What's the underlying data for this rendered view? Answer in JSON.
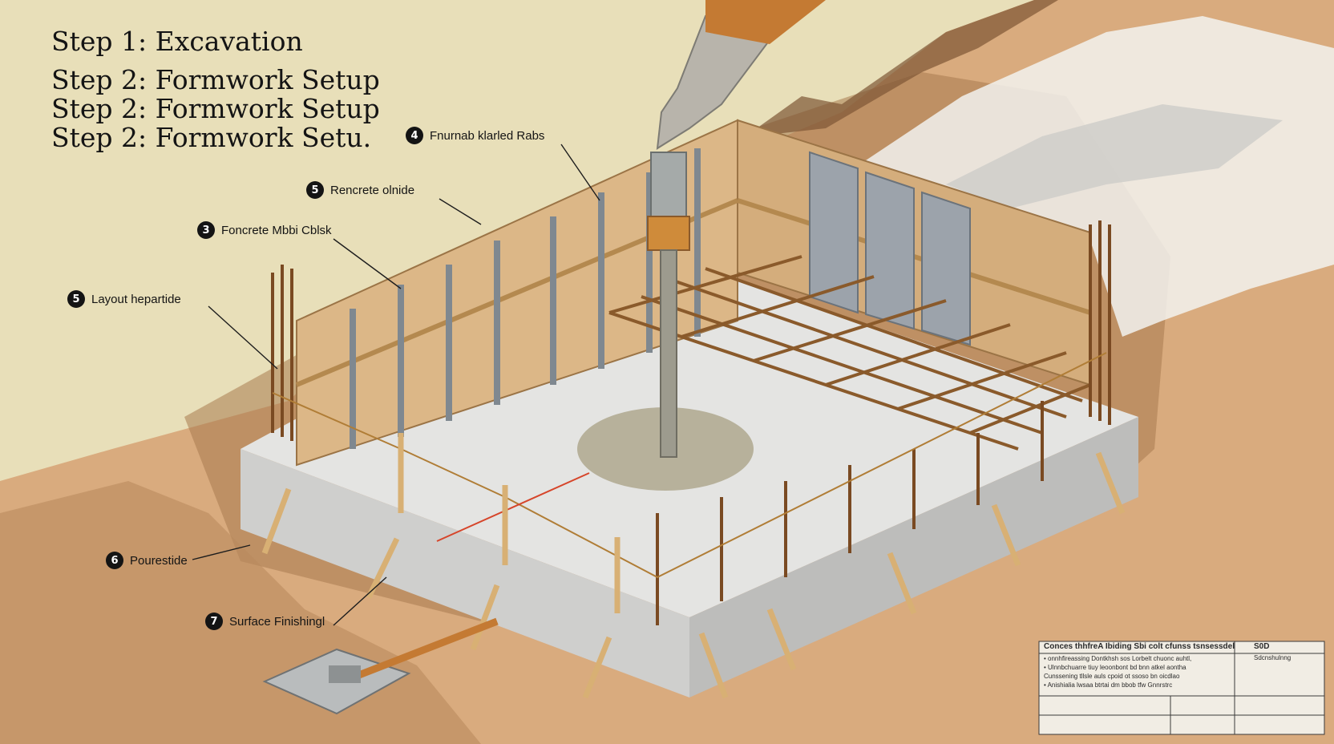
{
  "steps": [
    "Step 1: Excavation",
    "Step 2: Formwork Setup",
    "Step 2: Formwork Setup",
    "Step 2: Formwork Setu."
  ],
  "callouts": [
    {
      "number": "4",
      "label": "Fnurnab klarled Rabs"
    },
    {
      "number": "5",
      "label": "Rencrete olnide"
    },
    {
      "number": "3",
      "label": "Foncrete Mbbi Cblsk"
    },
    {
      "number": "5",
      "label": "Layout hepartide"
    },
    {
      "number": "6",
      "label": "Pourestide"
    },
    {
      "number": "7",
      "label": "Surface Finishingl"
    }
  ],
  "title_block": {
    "title": "Conces thhfreA Ibiding Sbi colt cfunss tsnsessdel",
    "code": "S0D",
    "sub_code": "Sdcnshulnng",
    "notes": [
      "• onnhfireassing Dontkhsh sos Lorbelt chuonc auhtl,",
      "• Ulnnbchuarre tiuy leoonbont bd bnn atkel aontha",
      "Cunssening tllsle auls cpoid ot ssoso bn oicdlao",
      "• Anishialia lwsaa btrtai dm bbob tfw Gnnrstrc"
    ]
  },
  "colors": {
    "sky": "#e8dfb9",
    "soil": "#d9ab7e",
    "soil_dark": "#9c6f45",
    "concrete": "#e4e4e2",
    "plywood": "#dcb787",
    "rebar": "#8a5a2b",
    "steel": "#9ca3ab",
    "pipe": "#c47a33"
  }
}
